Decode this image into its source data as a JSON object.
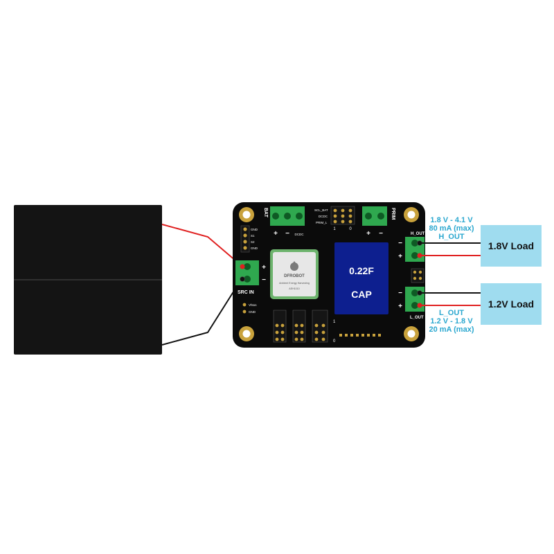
{
  "colors": {
    "board": "#0b0b0b",
    "terminal": "#2fa84f",
    "pad_gold": "#c9a23c",
    "cap": "#0d1f8f",
    "load_box": "#9fdcef",
    "annotation": "#2aa7cf",
    "wire_red": "#e02020",
    "wire_black": "#111111",
    "panel": "#141414"
  },
  "solar_panel": {
    "icon": "solar-panel-icon"
  },
  "board": {
    "labels": {
      "bat": "BAT",
      "prim": "PRIM",
      "src_in": "SRC IN",
      "h_out": "H_OUT",
      "l_out": "L_OUT",
      "scl_bat": "SCL_BAT",
      "dcdc": "DCDC",
      "prim_l": "PRIM_L",
      "dcdc_small": "DCDC",
      "vhtos": "Vhtos",
      "gnd": "GND",
      "gnd_top": "GND",
      "s1": "S1",
      "s2": "S2",
      "one": "1",
      "zero": "0",
      "plus": "+",
      "minus": "−"
    },
    "chip": {
      "brand": "DFROBOT",
      "line1": "Ambient Energy Harvesting",
      "line2": "AEH1010"
    },
    "capacitor": {
      "value": "0.22F",
      "label": "CAP"
    }
  },
  "outputs": {
    "h_out": {
      "voltage": "1.8 V - 4.1 V",
      "current": "80 mA (max)",
      "name": "H_OUT",
      "load": "1.8V Load"
    },
    "l_out": {
      "name": "L_OUT",
      "voltage": "1.2 V - 1.8 V",
      "current": "20 mA (max)",
      "load": "1.2V Load"
    }
  }
}
